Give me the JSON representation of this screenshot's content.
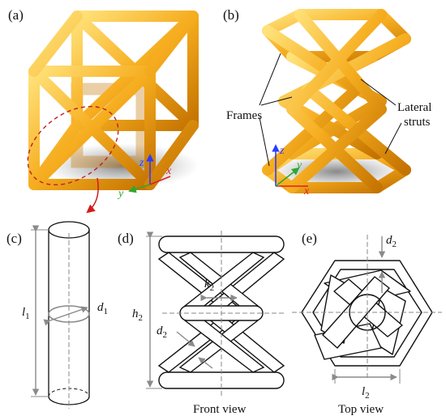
{
  "panels": {
    "a": "(a)",
    "b": "(b)",
    "c": "(c)",
    "d": "(d)",
    "e": "(e)"
  },
  "annotations": {
    "frames": "Frames",
    "lateral_struts_1": "Lateral",
    "lateral_struts_2": "struts",
    "front_view": "Front view",
    "top_view": "Top view"
  },
  "axes": {
    "x": "x",
    "y": "y",
    "z": "z"
  },
  "dimensions": {
    "l1": "l",
    "l1_sub": "1",
    "d1": "d",
    "d1_sub": "1",
    "h2": "h",
    "h2_sub": "2",
    "k2": "k",
    "k2_sub": "2",
    "d2_front": "d",
    "d2_front_sub": "2",
    "d2_top": "d",
    "d2_top_sub": "2",
    "l2": "l",
    "l2_sub": "2"
  },
  "colors": {
    "gold_light": "#ffd24a",
    "gold_mid": "#f5a623",
    "gold_dark": "#c97800",
    "dim_line": "#9a9a9a"
  }
}
